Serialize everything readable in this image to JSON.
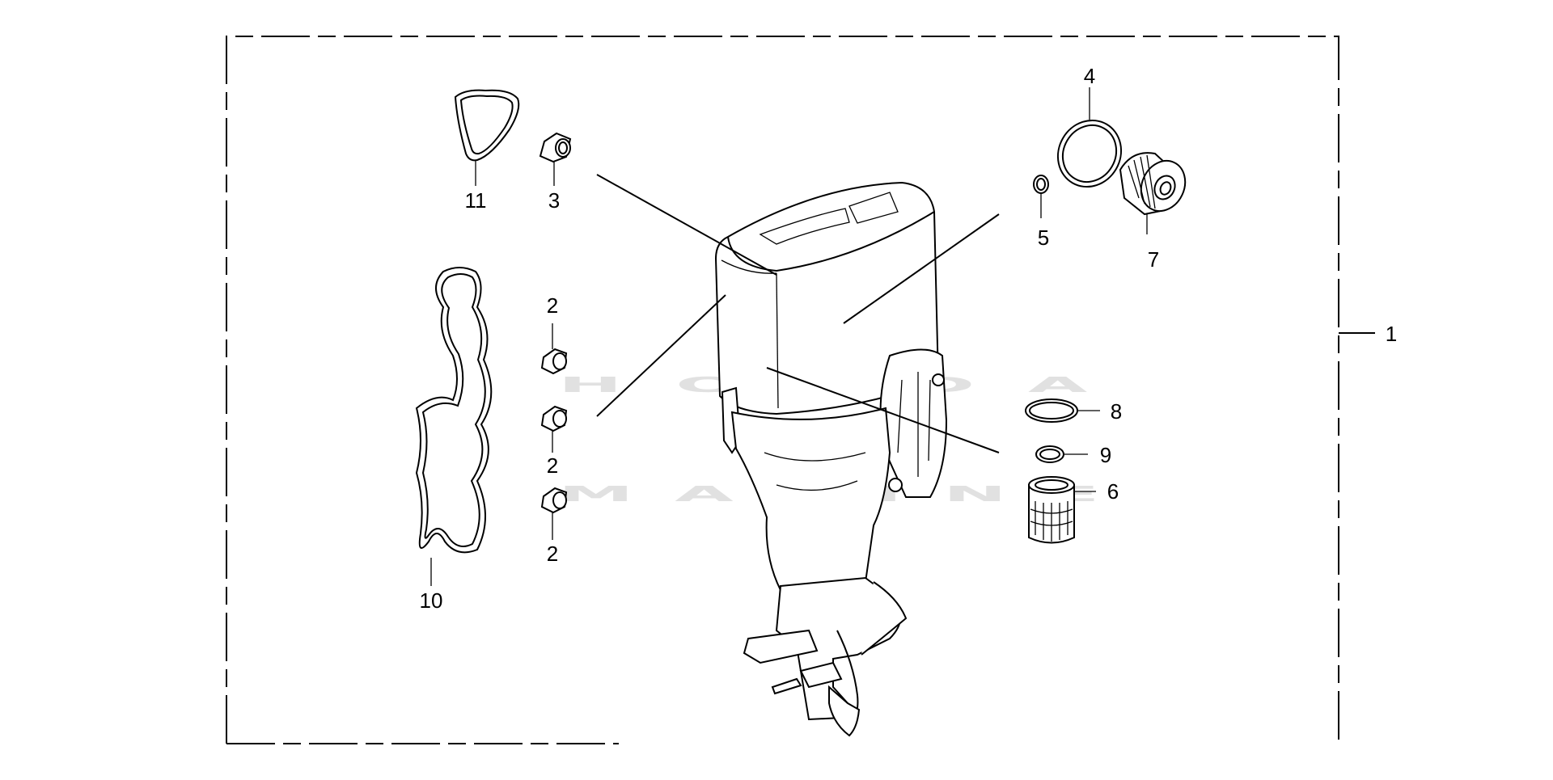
{
  "watermark": {
    "line1": "HONDA",
    "line2": "MARINE"
  },
  "callouts": [
    {
      "id": "1",
      "label": "1"
    },
    {
      "id": "2a",
      "label": "2"
    },
    {
      "id": "2b",
      "label": "2"
    },
    {
      "id": "2c",
      "label": "2"
    },
    {
      "id": "3",
      "label": "3"
    },
    {
      "id": "4",
      "label": "4"
    },
    {
      "id": "5",
      "label": "5"
    },
    {
      "id": "6",
      "label": "6"
    },
    {
      "id": "7",
      "label": "7"
    },
    {
      "id": "8",
      "label": "8"
    },
    {
      "id": "9",
      "label": "9"
    },
    {
      "id": "10",
      "label": "10"
    },
    {
      "id": "11",
      "label": "11"
    }
  ]
}
